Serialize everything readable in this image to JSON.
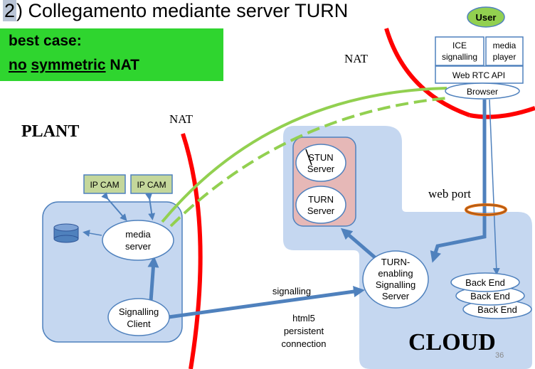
{
  "title": {
    "number": "2",
    "text": ") Collegamento mediante server TURN"
  },
  "best_case": {
    "line1": "best case:",
    "no": "no",
    "symmetric": "symmetric",
    "nat": "NAT"
  },
  "labels": {
    "plant": "PLANT",
    "cloud": "CLOUD",
    "nat_left": "NAT",
    "nat_right": "NAT",
    "web_port": "web port",
    "signalling": "signalling",
    "html5_1": "html5",
    "html5_2": "persistent",
    "html5_3": "connection",
    "slide_number": "36"
  },
  "browser_stack": {
    "user": "User",
    "ice_1": "ICE",
    "ice_2": "signalling",
    "media_1": "media",
    "media_2": "player",
    "webrtc": "Web RTC API",
    "browser": "Browser"
  },
  "plant_nodes": {
    "ipcam1": "IP CAM",
    "ipcam2": "IP CAM",
    "media_server_1": "media",
    "media_server_2": "server",
    "signalling_client_1": "Signalling",
    "signalling_client_2": "Client"
  },
  "cloud_nodes": {
    "stun_1": "STUN",
    "stun_2": "Server",
    "turn_1": "TURN",
    "turn_2": "Server",
    "turn_sig_1": "TURN-",
    "turn_sig_2": "enabling",
    "turn_sig_3": "Signalling",
    "turn_sig_4": "Server",
    "backend_1": "Back End",
    "backend_2": "Back End",
    "backend_3": "Back End"
  },
  "colors": {
    "nat_line": "#ff0000",
    "green_link": "#92d050",
    "blue_arrow": "#4f81bd",
    "cloud_bg": "#c5d7f0",
    "stun_box": "#e6b8b7",
    "ipcam_box": "#c4d79b",
    "user_green": "#92d050",
    "web_port_ring": "#e46c0a"
  }
}
